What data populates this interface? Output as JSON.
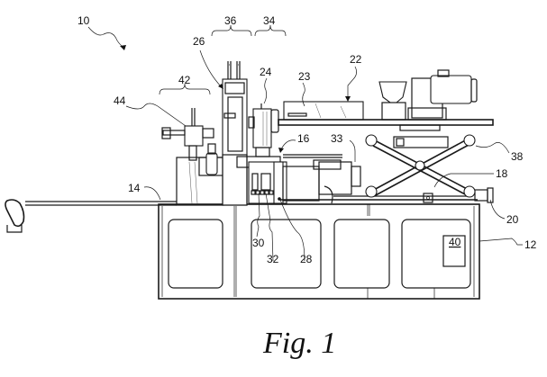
{
  "figure": {
    "caption": "Fig. 1",
    "subject": "processing machine on base with scissor lift"
  },
  "reference_numerals": {
    "overall": "10",
    "base": "12",
    "table_arm": "14",
    "injection_unit": "16",
    "scissor_lift": "18",
    "lift_actuator": "20",
    "extruder": "22",
    "barrel": "23",
    "motor_unit": "24",
    "press_column": "26",
    "mold_marker": "28",
    "mold_lower": "30",
    "mold_plate": "32",
    "nozzle": "33",
    "zone_right": "34",
    "zone_left": "36",
    "lift_platform": "38",
    "cabinet_box": "40",
    "station_group": "42",
    "station_head": "44"
  }
}
